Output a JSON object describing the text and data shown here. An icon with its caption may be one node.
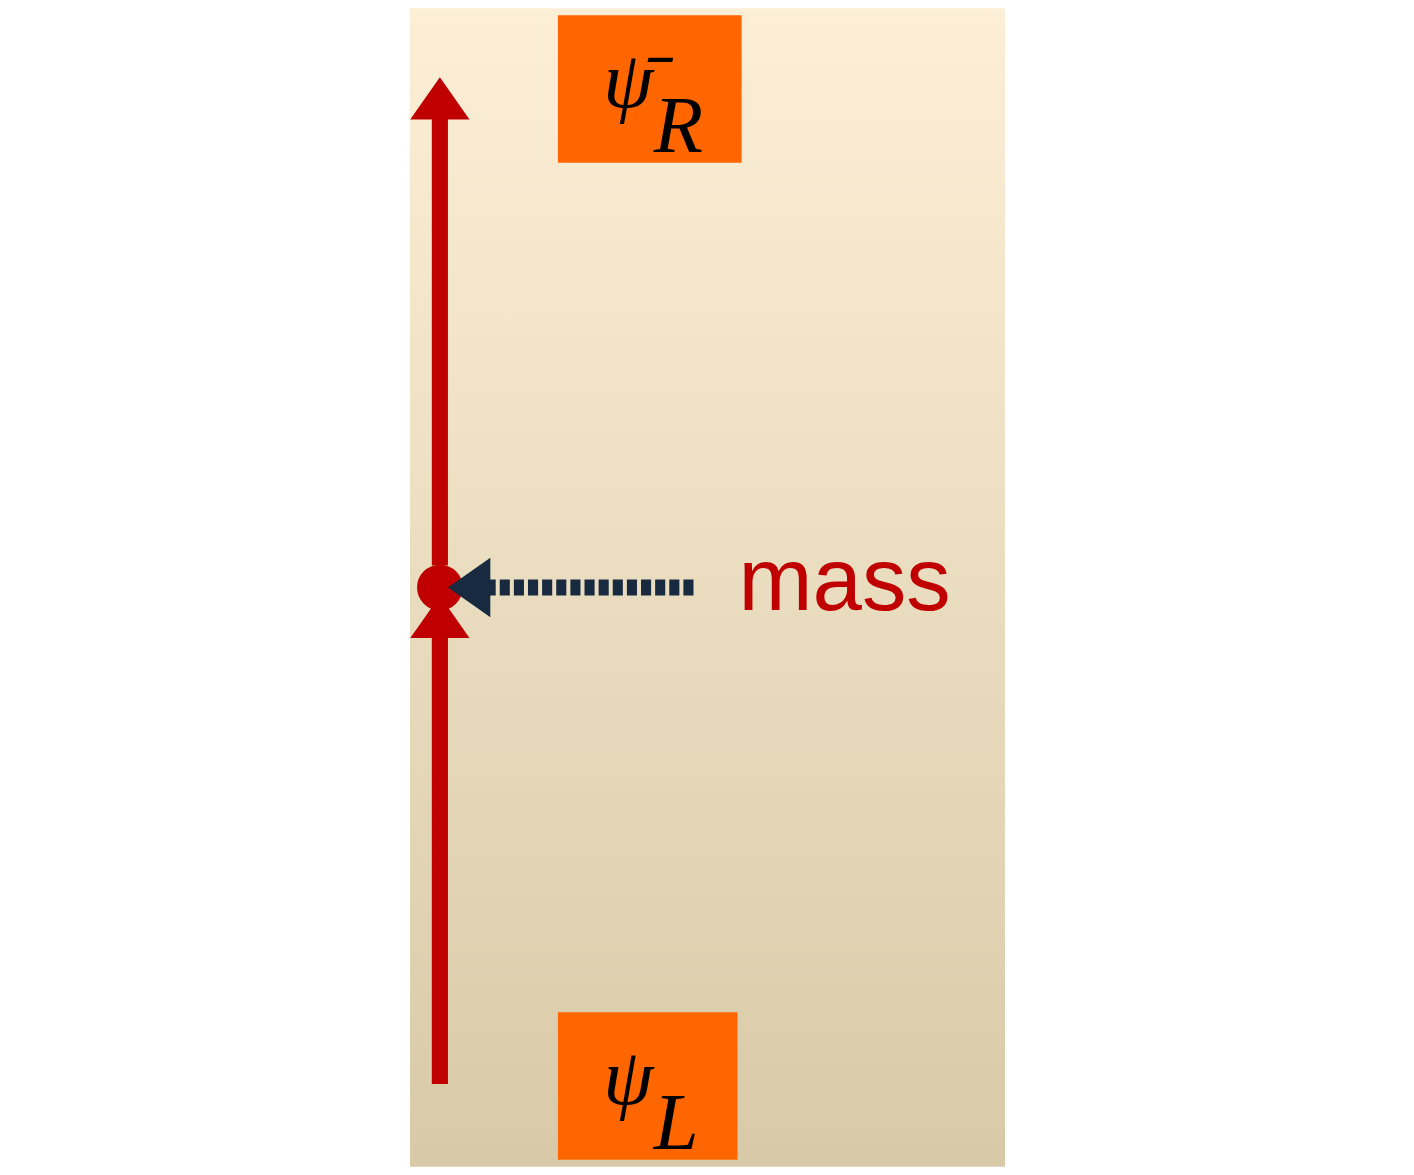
{
  "diagram": {
    "nodes": [
      {
        "text": [
          "ψ̄$_{R}$"
        ]
      },
      {
        "text": [],
        "shape": "point"
      },
      {
        "text": [
          "mass"
        ]
      },
      {
        "text": [
          "ψ$_{L}$"
        ]
      }
    ],
    "edges": [
      {
        "from": 1,
        "to": null,
        "arrow": "to"
      },
      {
        "from": null,
        "to": 1,
        "arrow": "to"
      },
      {
        "from": 2,
        "to": 1,
        "arrow": "to",
        "style": "dashed",
        "color": "#172a40"
      }
    ]
  }
}
